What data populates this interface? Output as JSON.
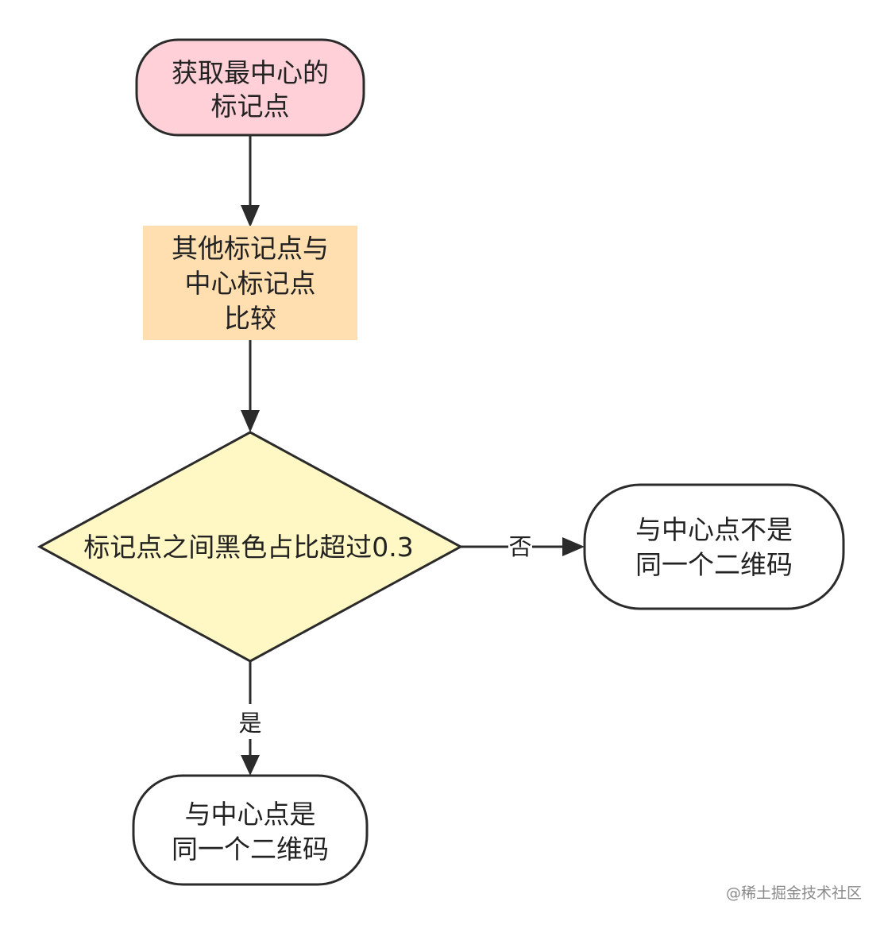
{
  "nodes": {
    "start": {
      "lines": [
        "获取最中心的",
        "标记点"
      ],
      "fill": "#ffd0d8"
    },
    "compare": {
      "lines": [
        "其他标记点与",
        "中心标记点",
        "比较"
      ],
      "fill": "#ffdeb0"
    },
    "decision": {
      "lines": [
        "标记点之间黑色占比超过0.3"
      ],
      "fill": "#fff8c4"
    },
    "result_no": {
      "lines": [
        "与中心点不是",
        "同一个二维码"
      ],
      "fill": "#ffffff"
    },
    "result_yes": {
      "lines": [
        "与中心点是",
        "同一个二维码"
      ],
      "fill": "#ffffff"
    }
  },
  "edges": {
    "no_label": "否",
    "yes_label": "是"
  },
  "watermark": "@稀土掘金技术社区",
  "colors": {
    "stroke": "#2b2b2b",
    "text": "#222222"
  }
}
